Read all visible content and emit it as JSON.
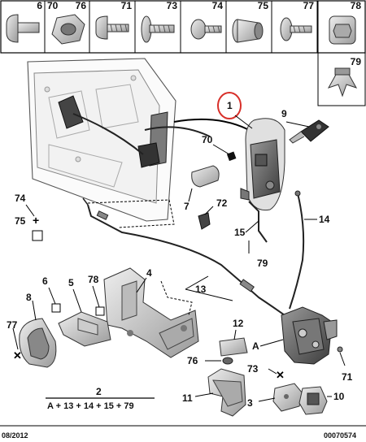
{
  "parts_header": {
    "cells": [
      {
        "ref": "6",
        "icon": "screw-round-head-icon"
      },
      {
        "ref": "70",
        "icon": "hex-nut-icon"
      },
      {
        "ref": "76",
        "icon": "hex-nut-icon"
      },
      {
        "ref": "71",
        "icon": "torx-button-screw-icon"
      },
      {
        "ref": "73",
        "icon": "flange-head-screw-icon"
      },
      {
        "ref": "74",
        "icon": "torx-pan-screw-icon"
      },
      {
        "ref": "75",
        "icon": "cage-nut-icon"
      },
      {
        "ref": "77",
        "icon": "flange-torx-screw-icon"
      },
      {
        "ref": "78",
        "icon": "plastic-clip-icon"
      },
      {
        "ref": "79",
        "icon": "push-rivet-clip-icon"
      }
    ]
  },
  "callouts": {
    "c1": "1",
    "c2": "2",
    "c3": "3",
    "c4": "4",
    "c5": "5",
    "c6": "6",
    "c7": "7",
    "c8": "8",
    "c9": "9",
    "c10": "10",
    "c11": "11",
    "c12": "12",
    "c13": "13",
    "c14": "14",
    "c15": "15",
    "c70": "70",
    "c71": "71",
    "c72": "72",
    "c73": "73",
    "c74": "74",
    "c75": "75",
    "c76": "76",
    "c77": "77",
    "c78": "78",
    "c79": "79",
    "cA1": "A",
    "cA2": "A"
  },
  "formula": "A + 13 + 14 + 15 + 79",
  "footer": {
    "date": "08/2012",
    "ref": "00070574"
  },
  "colors": {
    "line": "#000000",
    "part_gray": "#c8c8c8",
    "dark_part": "#5a5a5a",
    "highlight_circle": "#d8302a"
  }
}
